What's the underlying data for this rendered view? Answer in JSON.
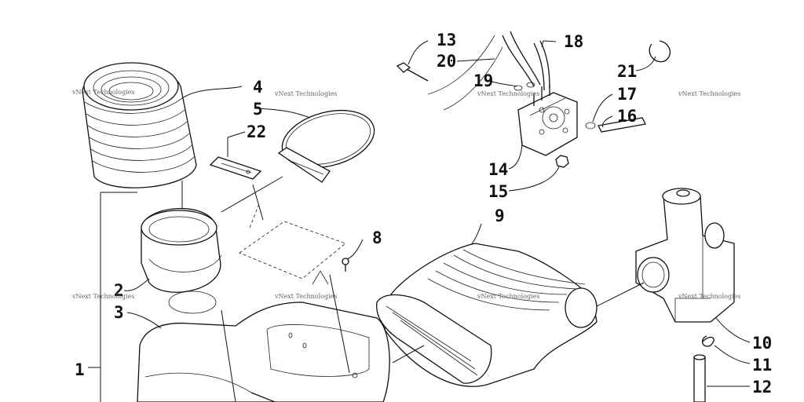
{
  "diagram": {
    "callouts": [
      "1",
      "2",
      "3",
      "4",
      "5",
      "8",
      "9",
      "10",
      "11",
      "12",
      "13",
      "14",
      "15",
      "16",
      "17",
      "18",
      "19",
      "20",
      "21",
      "22"
    ],
    "watermark": "vNext Technologies"
  }
}
